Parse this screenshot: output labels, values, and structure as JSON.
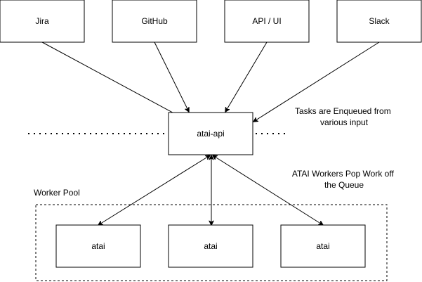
{
  "sources": [
    {
      "id": "jira",
      "label": "Jira"
    },
    {
      "id": "github",
      "label": "GitHub"
    },
    {
      "id": "api-ui",
      "label": "API / UI"
    },
    {
      "id": "slack",
      "label": "Slack"
    }
  ],
  "hub": {
    "id": "atai-api",
    "label": "atai-api"
  },
  "workers": [
    {
      "id": "atai-1",
      "label": "atai"
    },
    {
      "id": "atai-2",
      "label": "atai"
    },
    {
      "id": "atai-3",
      "label": "atai"
    }
  ],
  "pool": {
    "label": "Worker Pool"
  },
  "notes": {
    "enqueue": [
      "Tasks are Enqueued from",
      "various input"
    ],
    "workers": [
      "ATAI Workers Pop Work off",
      "the Queue"
    ]
  },
  "edges": [
    {
      "from": "jira",
      "to": "atai-api",
      "direction": "forward"
    },
    {
      "from": "github",
      "to": "atai-api",
      "direction": "forward"
    },
    {
      "from": "api-ui",
      "to": "atai-api",
      "direction": "forward"
    },
    {
      "from": "slack",
      "to": "atai-api",
      "direction": "forward"
    },
    {
      "from": "atai-api",
      "to": "atai-1",
      "direction": "both"
    },
    {
      "from": "atai-api",
      "to": "atai-2",
      "direction": "both"
    },
    {
      "from": "atai-api",
      "to": "atai-3",
      "direction": "both"
    }
  ]
}
